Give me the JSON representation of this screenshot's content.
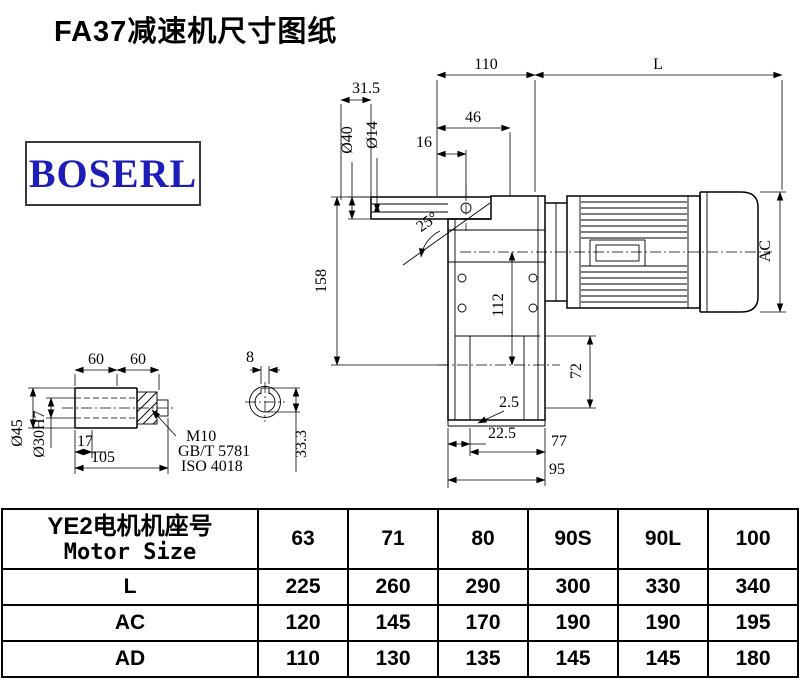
{
  "page": {
    "title": "FA37减速机尺寸图纸"
  },
  "logo": {
    "text": "BOSERL"
  },
  "main_drawing": {
    "dim_110": "110",
    "dim_L": "L",
    "dim_31_5": "31.5",
    "dim_46": "46",
    "dim_16": "16",
    "dia_40": "Ø40",
    "dia_14": "Ø14",
    "angle_25": "25°",
    "dim_158": "158",
    "dim_112": "112",
    "dim_AC": "AC",
    "dim_72": "72",
    "dim_2_5": "2.5",
    "dim_22_5": "22.5",
    "dim_77": "77",
    "dim_95": "95"
  },
  "shaft_detail": {
    "dim_60_left": "60",
    "dim_60_right": "60",
    "dim_8": "8",
    "dia_45": "Ø45",
    "dia_30": "Ø30H7",
    "dim_17": "17",
    "dim_105": "105",
    "thread_label": "M10",
    "standard_gb": "GB/T 5781",
    "standard_iso": "ISO 4018",
    "dim_33_3": "33.3"
  },
  "table": {
    "header_cn": "YE2电机机座号",
    "header_en": "Motor Size",
    "motor_sizes": [
      "63",
      "71",
      "80",
      "90S",
      "90L",
      "100"
    ],
    "rows": [
      {
        "label": "L",
        "values": [
          "225",
          "260",
          "290",
          "300",
          "330",
          "340"
        ]
      },
      {
        "label": "AC",
        "values": [
          "120",
          "145",
          "170",
          "190",
          "190",
          "195"
        ]
      },
      {
        "label": "AD",
        "values": [
          "110",
          "130",
          "135",
          "145",
          "145",
          "180"
        ]
      }
    ]
  }
}
